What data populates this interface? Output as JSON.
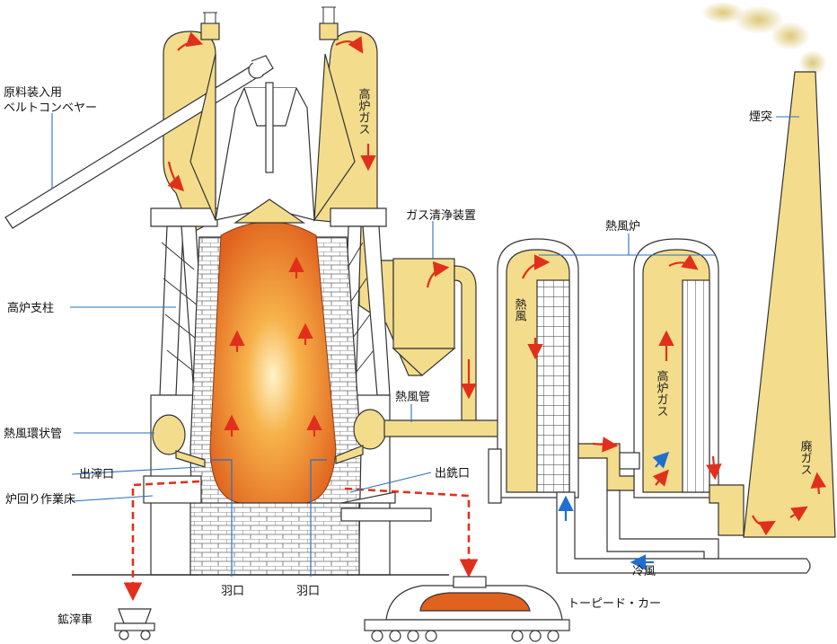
{
  "colors": {
    "gas_fill": "#f3dc8c",
    "gas_stroke": "#7a6a3a",
    "molten_core": "#f6a13a",
    "molten_edge": "#e0621e",
    "brick": "#ffffff",
    "arrow_red": "#e0301c",
    "arrow_blue": "#1e6fd0",
    "leader_blue": "#2a6fc0",
    "smoke": "#d9c26a"
  },
  "labels": {
    "conveyor": [
      "原料装入用",
      "ベルトコンベヤー"
    ],
    "gas_vertical": "高炉ガス",
    "gas_cleaner": "ガス清浄装置",
    "hot_stove": "熱風炉",
    "chimney": "煙突",
    "furnace_column": "高炉支柱",
    "hot_blast_main": "熱風管",
    "bustle_pipe": "熱風環状管",
    "slag_notch": "出滓口",
    "tap_hole": "出銑口",
    "cast_floor": "炉回り作業床",
    "tuyere_left": "羽口",
    "tuyere_right": "羽口",
    "slag_car": "鉱滓車",
    "torpedo_car": "トーピード・カー",
    "cold_blast": "冷風",
    "stove_hot_blast": "熱風",
    "stove_bf_gas": "高炉ガス",
    "waste_gas": "廃ガス"
  },
  "icons": [
    "gas-flow-arrow",
    "hot-blast-arrow",
    "cold-blast-arrow",
    "tap-flow-arrow"
  ]
}
